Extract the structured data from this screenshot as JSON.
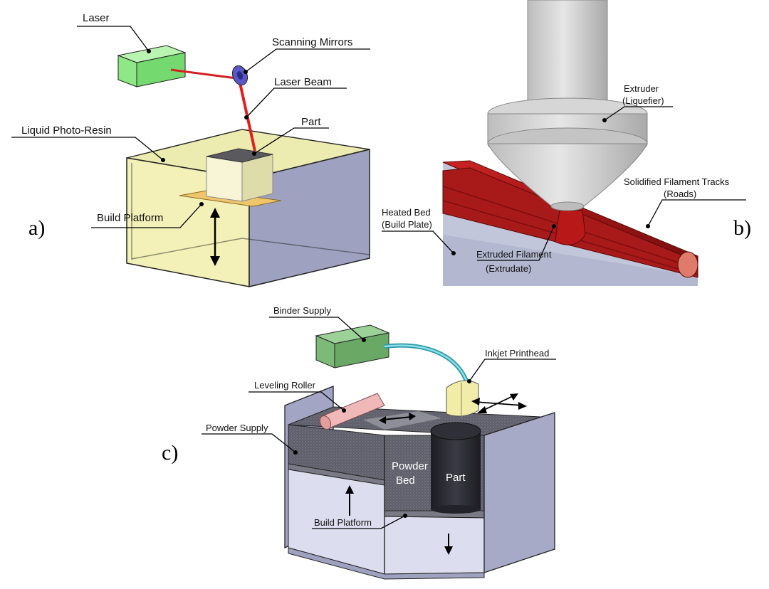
{
  "panels": {
    "a": {
      "letter": "a)",
      "labels": {
        "laser": "Laser",
        "scanning_mirrors": "Scanning Mirrors",
        "laser_beam": "Laser Beam",
        "liquid_resin": "Liquid Photo-Resin",
        "part": "Part",
        "build_platform": "Build Platform"
      }
    },
    "b": {
      "letter": "b)",
      "labels": {
        "extruder_1": "Extruder",
        "extruder_2": "(Liquefier)",
        "tracks_1": "Solidified Filament Tracks",
        "tracks_2": "(Roads)",
        "bed_1": "Heated Bed",
        "bed_2": "(Build Plate)",
        "filament_1": "Extruded Filament",
        "filament_2": "(Extrudate)"
      }
    },
    "c": {
      "letter": "c)",
      "labels": {
        "binder_supply": "Binder Supply",
        "inkjet_printhead": "Inkjet Printhead",
        "leveling_roller": "Leveling Roller",
        "powder_supply": "Powder Supply",
        "powder_bed_1": "Powder",
        "powder_bed_2": "Bed",
        "part": "Part",
        "build_platform": "Build Platform"
      }
    }
  },
  "colors": {
    "resin": "#f2efb4",
    "laser_box": "#7fe07a",
    "beam": "#e01a1a",
    "filament": "#a81818",
    "extruder": "#c8c8c8",
    "vat_side": "#9fa3c2",
    "binder_box": "#6fae6a",
    "printhead": "#f0eba6",
    "roller": "#f0b5b5",
    "powder": "#6d6d78"
  }
}
